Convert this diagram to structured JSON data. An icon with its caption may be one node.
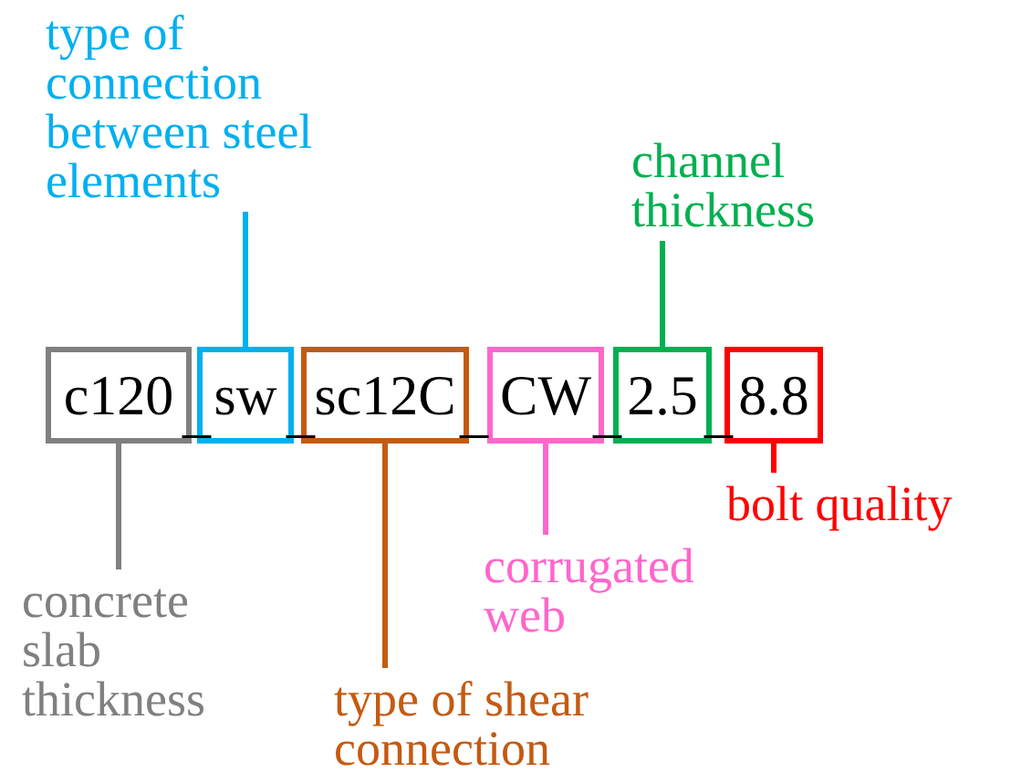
{
  "diagram": {
    "nodes": [
      {
        "text": [
          "c120"
        ]
      },
      {
        "text": [
          "sw"
        ]
      },
      {
        "text": [
          "sc12C"
        ]
      },
      {
        "text": [
          "CW"
        ]
      },
      {
        "text": [
          "2.5"
        ]
      },
      {
        "text": [
          "8.8"
        ]
      },
      {
        "text": [
          "type of connection between steel elements"
        ]
      },
      {
        "text": [
          "channel thickness"
        ]
      },
      {
        "text": [
          "bolt quality"
        ]
      },
      {
        "text": [
          "corrugated web"
        ]
      },
      {
        "text": [
          "concrete slab thickness"
        ]
      },
      {
        "text": [
          "type of shear connection"
        ]
      }
    ],
    "edges": [
      {
        "from": 6,
        "to": 1,
        "arrow": "none",
        "color": "#00b0f0"
      },
      {
        "from": 7,
        "to": 4,
        "arrow": "none",
        "color": "#00b050"
      },
      {
        "from": 8,
        "to": 5,
        "arrow": "none",
        "color": "#ff0000"
      },
      {
        "from": 9,
        "to": 3,
        "arrow": "none",
        "color": "#ff66cc"
      },
      {
        "from": 10,
        "to": 0,
        "arrow": "none",
        "color": "#808080"
      },
      {
        "from": 11,
        "to": 2,
        "arrow": "none",
        "color": "#c55a11"
      }
    ],
    "labels": [
      "_",
      "_",
      "_",
      "_",
      "_"
    ]
  }
}
